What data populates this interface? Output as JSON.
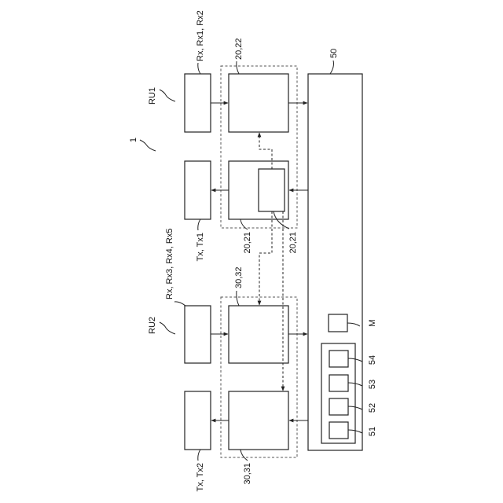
{
  "diagram": {
    "figure_ref": "1",
    "units": {
      "ru1": "RU1",
      "ru2": "RU2"
    },
    "labels": {
      "rx_ru1": "Rx, Rx1, Rx2",
      "tx_ru1": "Tx, Tx1",
      "rx_ru2": "Rx, Rx3, Rx4, Rx5",
      "tx_ru2": "Tx, Tx2",
      "block_20_22": "20,22",
      "block_20_21": "20,21",
      "block_20_21_inner": "20,21",
      "block_30_32": "30,32",
      "block_30_31": "30,31",
      "block_50": "50",
      "block_m": "M",
      "block_51": "51",
      "block_52": "52",
      "block_53": "53",
      "block_54": "54"
    }
  }
}
